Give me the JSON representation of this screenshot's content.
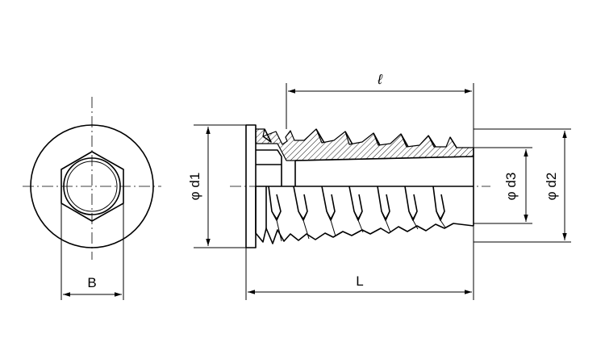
{
  "labels": {
    "B": "B",
    "L": "L",
    "l": "ℓ",
    "d1": "φ d1",
    "d2": "φ d2",
    "d3": "φ d3"
  },
  "colors": {
    "line": "#000000",
    "background": "#ffffff"
  }
}
